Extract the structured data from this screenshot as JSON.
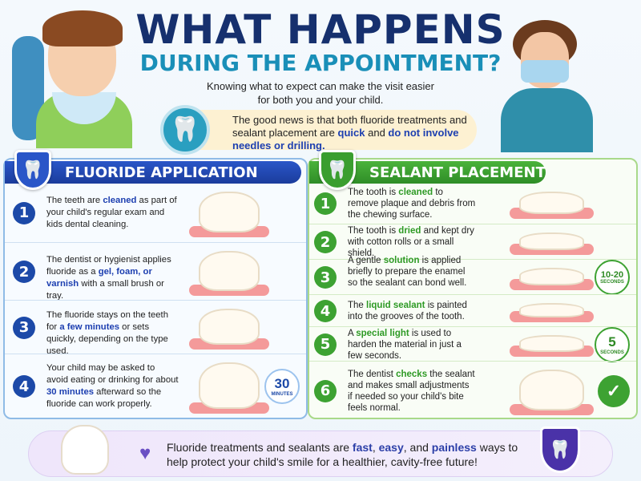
{
  "header": {
    "title_line1": "WHAT HAPPENS",
    "title_line2": "DURING THE APPOINTMENT?",
    "subtitle": "Knowing what to expect can make the visit easier for both you and your child."
  },
  "good_news": {
    "parts": [
      "The good news is that both fluoride treatments and sealant placement are ",
      "quick",
      " and ",
      "do not involve needles or drilling."
    ]
  },
  "fluoride": {
    "title": "FLUORIDE APPLICATION",
    "color": "#1c49a8",
    "steps": [
      {
        "n": "1",
        "parts": [
          "The teeth are ",
          "cleaned",
          " as part of your child's regular exam and kids dental cleaning."
        ]
      },
      {
        "n": "2",
        "parts": [
          "The dentist or hygienist applies fluoride as a ",
          "gel, foam, or varnish",
          " with a small brush or tray."
        ]
      },
      {
        "n": "3",
        "parts": [
          "The fluoride stays on the teeth for ",
          "a few minutes",
          " or sets quickly, depending on the type used."
        ]
      },
      {
        "n": "4",
        "parts": [
          "Your child may be asked to avoid eating or drinking for about ",
          "30 minutes",
          " afterward so the fluoride can work properly."
        ],
        "badge": {
          "value": "30",
          "unit": "MINUTES"
        }
      }
    ]
  },
  "sealant": {
    "title": "SEALANT PLACEMENT",
    "color": "#3da232",
    "steps": [
      {
        "n": "1",
        "parts": [
          "The tooth is ",
          "cleaned",
          " to remove plaque and debris from the chewing surface."
        ]
      },
      {
        "n": "2",
        "parts": [
          "The tooth is ",
          "dried",
          " and kept dry with cotton rolls or a small shield."
        ]
      },
      {
        "n": "3",
        "parts": [
          "A gentle ",
          "solution",
          " is applied briefly to prepare the enamel so the sealant can bond well."
        ],
        "badge": {
          "value": "10-20",
          "unit": "SECONDS"
        }
      },
      {
        "n": "4",
        "parts": [
          "The ",
          "liquid sealant",
          " is painted into the grooves of the tooth."
        ]
      },
      {
        "n": "5",
        "parts": [
          "A ",
          "special light",
          " is used to harden the material in just a few seconds."
        ],
        "badge": {
          "value": "5",
          "unit": "SECONDS"
        }
      },
      {
        "n": "6",
        "parts": [
          "The dentist ",
          "checks",
          " the sealant and makes small adjustments if needed so your child's bite feels normal."
        ],
        "icon": "check-circle-icon"
      }
    ]
  },
  "footer": {
    "parts": [
      "Fluoride treatments and sealants are ",
      "fast",
      ", ",
      "easy",
      ", and ",
      "painless",
      " ways to help protect your child's smile for a healthier, cavity-free future!"
    ]
  }
}
